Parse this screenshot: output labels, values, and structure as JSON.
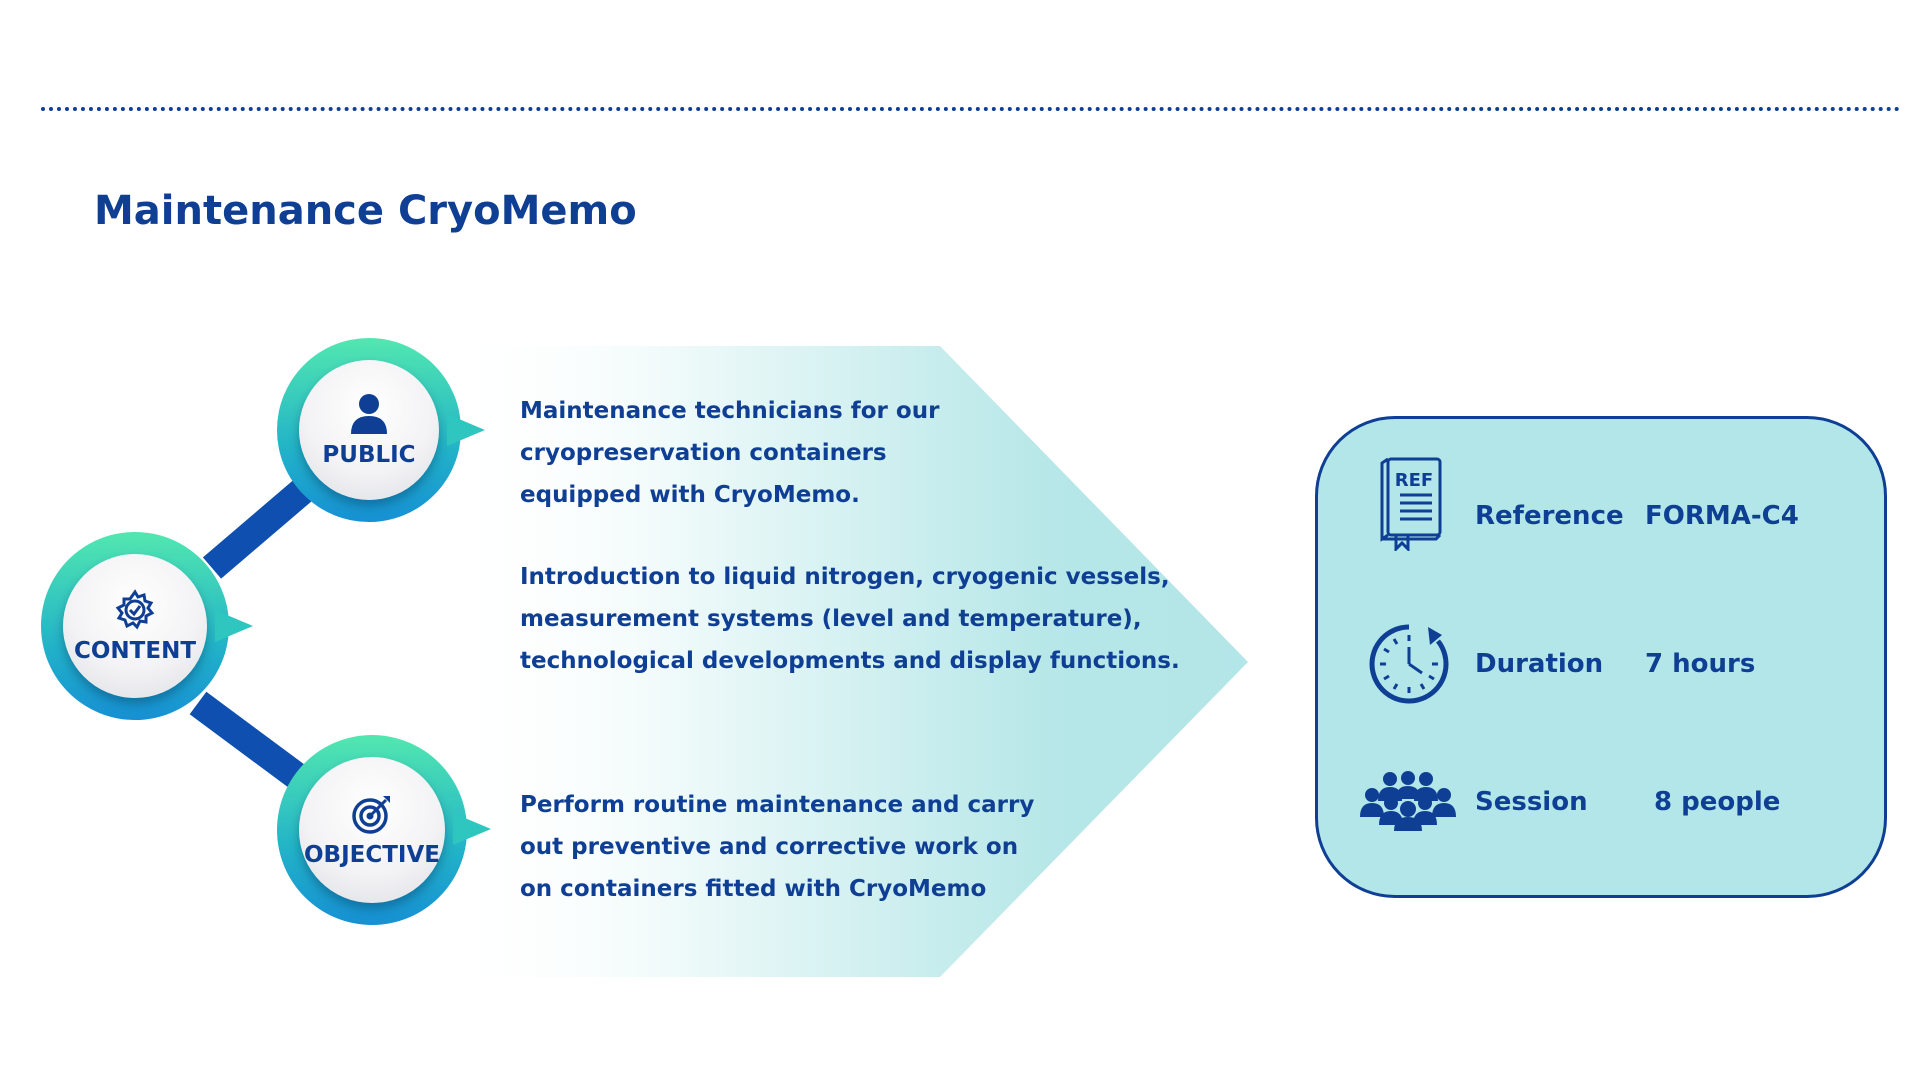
{
  "page": {
    "title": "Maintenance CryoMemo"
  },
  "nodes": [
    {
      "key": "public",
      "label": "PUBLIC",
      "icon": "person-icon"
    },
    {
      "key": "content",
      "label": "CONTENT",
      "icon": "gear-check-icon"
    },
    {
      "key": "objective",
      "label": "OBJECTIVE",
      "icon": "target-icon"
    }
  ],
  "paragraphs": {
    "public": [
      "Maintenance technicians for our",
      "cryopreservation containers",
      "equipped with CryoMemo."
    ],
    "content": [
      "Introduction to liquid nitrogen, cryogenic vessels,",
      "measurement systems (level and temperature),",
      "technological developments and display functions."
    ],
    "objective": [
      "Perform routine maintenance and carry",
      "out preventive and corrective work on",
      "on containers fitted with CryoMemo"
    ]
  },
  "info": {
    "reference": {
      "label": "Reference",
      "value": "FORMA-C4",
      "icon": "ref-book-icon",
      "icon_text": "REF"
    },
    "duration": {
      "label": "Duration",
      "value": "7 hours",
      "icon": "clock-icon"
    },
    "session": {
      "label": "Session",
      "value": "8 people",
      "icon": "group-icon"
    }
  },
  "colors": {
    "primary": "#0f3f94",
    "ring_top": "#52e7b0",
    "ring_bottom": "#1690d4",
    "card_bg": "#b3e6e8",
    "arrow_tint": "#b3e6e8"
  }
}
